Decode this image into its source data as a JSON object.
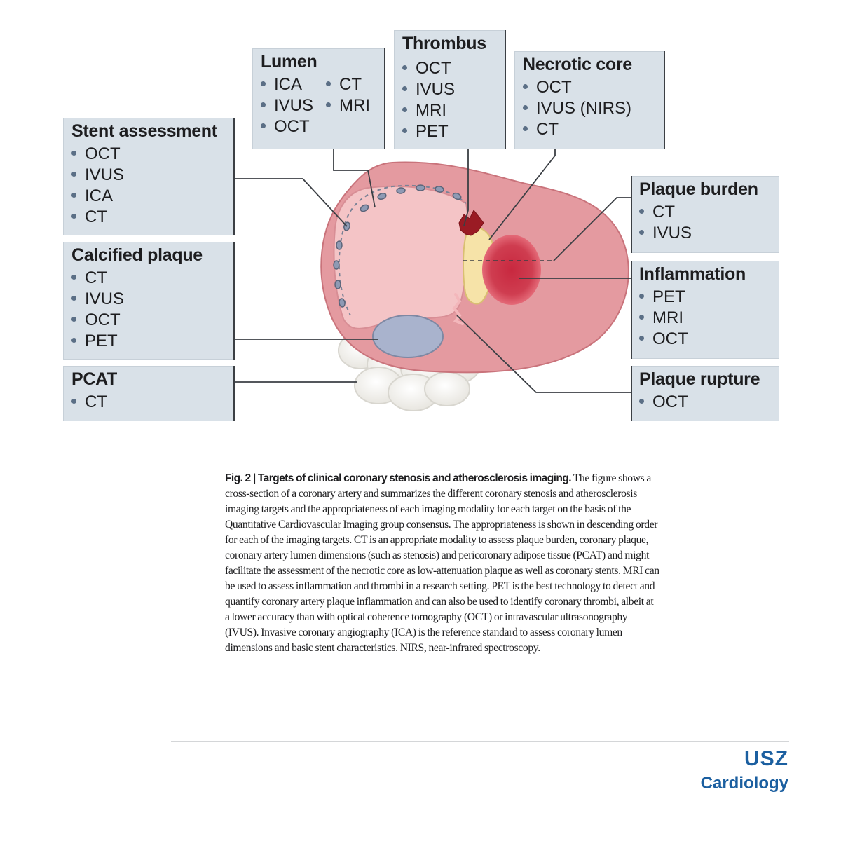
{
  "boxes": {
    "lumen": {
      "title": "Lumen",
      "col1": [
        "ICA",
        "IVUS",
        "OCT"
      ],
      "col2": [
        "CT",
        "MRI"
      ]
    },
    "thrombus": {
      "title": "Thrombus",
      "items": [
        "OCT",
        "IVUS",
        "MRI",
        "PET"
      ]
    },
    "necrotic_core": {
      "title": "Necrotic core",
      "items": [
        "OCT",
        "IVUS (NIRS)",
        "CT"
      ]
    },
    "stent_assessment": {
      "title": "Stent assessment",
      "items": [
        "OCT",
        "IVUS",
        "ICA",
        "CT"
      ]
    },
    "calcified_plaque": {
      "title": "Calcified plaque",
      "items": [
        "CT",
        "IVUS",
        "OCT",
        "PET"
      ]
    },
    "pcat": {
      "title": "PCAT",
      "items": [
        "CT"
      ]
    },
    "plaque_burden": {
      "title": "Plaque burden",
      "items": [
        "CT",
        "IVUS"
      ]
    },
    "inflammation": {
      "title": "Inflammation",
      "items": [
        "PET",
        "MRI",
        "OCT"
      ]
    },
    "plaque_rupture": {
      "title": "Plaque rupture",
      "items": [
        "OCT"
      ]
    }
  },
  "caption": {
    "lead": "Fig. 2 | Targets of clinical coronary stenosis and atherosclerosis imaging.",
    "body": " The figure shows a cross-section of a coronary artery and summarizes the different coronary stenosis and atherosclerosis imaging targets and the appropriateness of each imaging modality for each target on the basis of the Quantitative Cardiovascular Imaging group consensus. The appropriateness is shown in descending order for each of the imaging targets. CT is an appropriate modality to assess plaque burden, coronary plaque, coronary artery lumen dimensions (such as stenosis) and pericoronary adipose tissue (PCAT) and might facilitate the assessment of the necrotic core as low-attenuation plaque as well as coronary stents. MRI can be used to assess inflammation and thrombi in a research setting. PET is the best technology to detect and quantify coronary artery plaque inflammation and can also be used to identify coronary thrombi, albeit at a lower accuracy than with optical coherence tomography (OCT) or intravascular ultrasonography (IVUS). Invasive coronary angiography (ICA) is the reference standard to assess coronary lumen dimensions and basic stent characteristics. NIRS, near-infrared spectroscopy."
  },
  "brand": {
    "name": "USZ",
    "department": "Cardiology"
  },
  "colors": {
    "box_bg": "#d9e1e8",
    "artery_wall": "#e49aa0",
    "lumen": "#f4c4c6",
    "calcium": "#a9b3cd",
    "necrotic_core": "#f6e3a8",
    "inflammation": "#c8283f",
    "thrombus": "#9a1b24",
    "brand": "#1b5fa0"
  }
}
